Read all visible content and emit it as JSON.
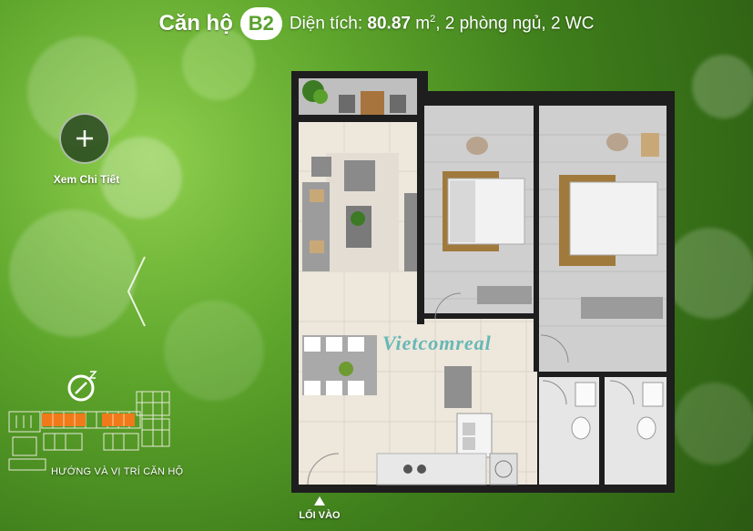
{
  "header": {
    "title": "Căn hộ",
    "unit_code": "B2",
    "area_prefix": "Diện tích: ",
    "area_value": "80.87",
    "area_unit": " m",
    "area_sup": "2",
    "area_suffix": ", 2 phòng ngủ, 2 WC"
  },
  "detail": {
    "label": "Xem Chi Tiết",
    "icon": "plus-icon"
  },
  "nav": {
    "icon": "chevron-left-icon"
  },
  "compass": {
    "icon": "compass-icon"
  },
  "minimap": {
    "label": "HƯỚNG VÀ VỊ TRÍ CĂN HỘ",
    "highlight_color": "#f07a1a"
  },
  "plan": {
    "watermark": "Vietcomreal",
    "watermark_color": "#3ba8a8"
  },
  "entrance": {
    "label": "LỐI VÀO",
    "icon": "arrow-up-icon"
  },
  "colors": {
    "accent": "#5aa02c",
    "wall": "#1e1e1e",
    "floor_tile": "#ede7dc",
    "floor_wood": "#c8c8c8"
  }
}
